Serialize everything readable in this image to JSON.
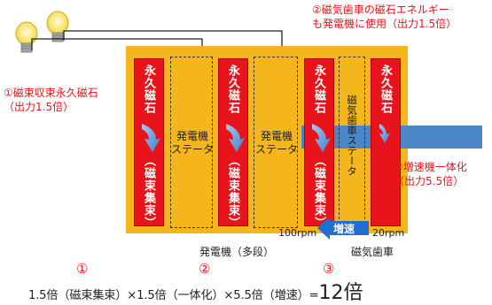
{
  "annotations": {
    "left_num": "①",
    "left_line1": "磁束収束永久磁石",
    "left_line2": "（出力1.5倍）",
    "top_num": "②",
    "top_line1": "磁気歯車の磁石エネルギー",
    "top_line2": "も発電機に使用（出力1.5倍）",
    "right_num": "③",
    "right_line1": "増速機一体化",
    "right_line2": "（出力5.5倍）"
  },
  "magnets": {
    "m1": "永久磁石",
    "m1_sub": "（磁束集束）",
    "m2": "永久磁石",
    "m2_sub": "（磁束集束）",
    "m3": "永久磁石",
    "m3_sub": "（磁束集束）",
    "m4": "永久磁石"
  },
  "stators": {
    "s1": "発電機\nステータ",
    "s2": "発電機\nステータ",
    "s3": "磁気歯車ステータ"
  },
  "labels": {
    "speedup": "増速",
    "rpm_low": "100rpm",
    "rpm_high": "20rpm",
    "generator": "発電機（多段）",
    "magnetic_gear": "磁気歯車"
  },
  "formula": {
    "n1": "①",
    "n2": "②",
    "n3": "③",
    "text": "1.5倍（磁束集束）×1.5倍（一体化）×5.5倍（増速）=",
    "result": "12倍"
  },
  "colors": {
    "gold": "#f5b51c",
    "red": "#e8141c",
    "blue": "#1e6fd1",
    "shaft": "#4a86c8"
  }
}
